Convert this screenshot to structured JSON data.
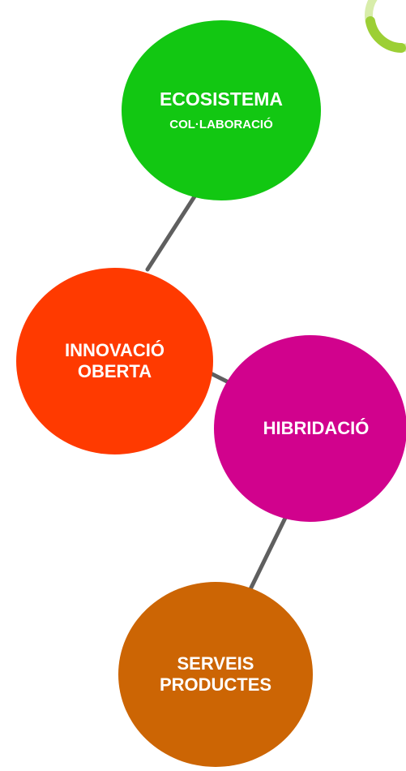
{
  "colors": {
    "connector": "#5f5f5f",
    "ecosistema": "#12c712",
    "innovacio": "#ff3a00",
    "hibridacio": "#d1028d",
    "serveis": "#cc6504",
    "logo_green": "#9ccf35",
    "logo_light": "#d8edaa"
  },
  "nodes": {
    "ecosistema": {
      "line1": "ECOSISTEMA",
      "sub": "COL·LABORACIÓ"
    },
    "innovacio": {
      "line1": "INNOVACIÓ",
      "line2": "OBERTA"
    },
    "hibridacio": {
      "line1": "HIBRIDACIÓ"
    },
    "serveis": {
      "line1": "SERVEIS",
      "line2": "PRODUCTES"
    }
  },
  "logo": {
    "icon": "logo-arc-icon"
  }
}
